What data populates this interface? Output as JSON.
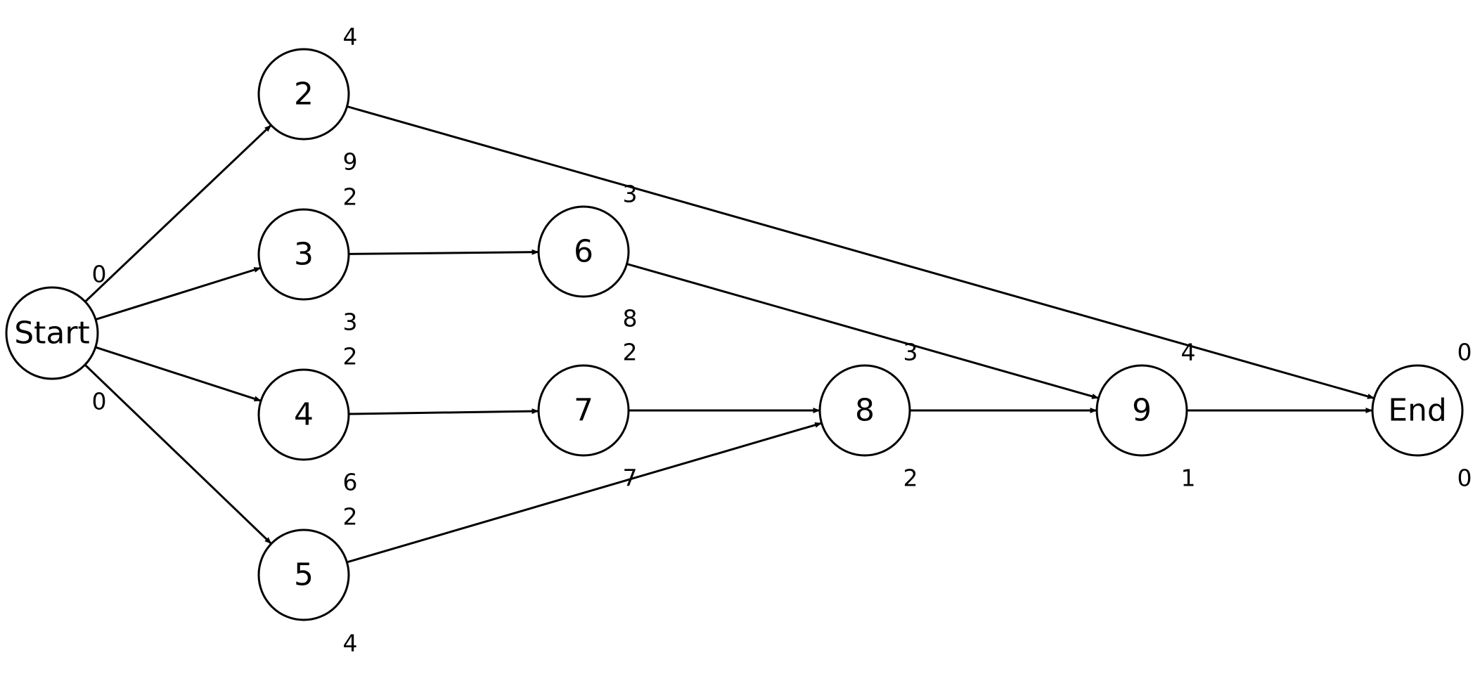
{
  "colors": {
    "stroke": "#000000",
    "fill": "#ffffff"
  },
  "nodes": [
    {
      "id": "start",
      "label": "Start",
      "top_value": "0",
      "bottom_value": "0"
    },
    {
      "id": "n2",
      "label": "2",
      "top_value": "4",
      "bottom_value": "9"
    },
    {
      "id": "n3",
      "label": "3",
      "top_value": "2",
      "bottom_value": "3"
    },
    {
      "id": "n4",
      "label": "4",
      "top_value": "2",
      "bottom_value": "6"
    },
    {
      "id": "n5",
      "label": "5",
      "top_value": "2",
      "bottom_value": "4"
    },
    {
      "id": "n6",
      "label": "6",
      "top_value": "3",
      "bottom_value": "8"
    },
    {
      "id": "n7",
      "label": "7",
      "top_value": "2",
      "bottom_value": "7"
    },
    {
      "id": "n8",
      "label": "8",
      "top_value": "3",
      "bottom_value": "2"
    },
    {
      "id": "n9",
      "label": "9",
      "top_value": "4",
      "bottom_value": "1"
    },
    {
      "id": "end",
      "label": "End",
      "top_value": "0",
      "bottom_value": "0"
    }
  ],
  "edges": [
    {
      "from": "start",
      "to": "n2"
    },
    {
      "from": "start",
      "to": "n3"
    },
    {
      "from": "start",
      "to": "n4"
    },
    {
      "from": "start",
      "to": "n5"
    },
    {
      "from": "n2",
      "to": "end"
    },
    {
      "from": "n3",
      "to": "n6"
    },
    {
      "from": "n4",
      "to": "n7"
    },
    {
      "from": "n5",
      "to": "n8"
    },
    {
      "from": "n6",
      "to": "n9"
    },
    {
      "from": "n7",
      "to": "n8"
    },
    {
      "from": "n8",
      "to": "n9"
    },
    {
      "from": "n9",
      "to": "end"
    }
  ]
}
